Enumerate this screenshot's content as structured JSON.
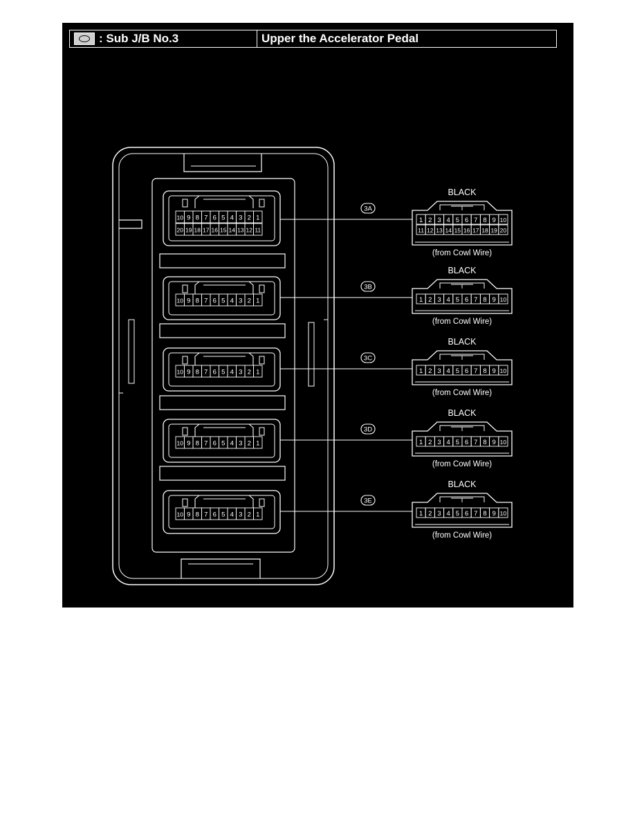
{
  "header": {
    "junction_block": ": Sub J/B No.3",
    "location": "Upper the Accelerator Pedal",
    "icon": "junction-block-oval-icon"
  },
  "colors": {
    "background": "#000000",
    "line": "#ffffff",
    "page": "#ffffff",
    "icon_fill": "#cfcfcf"
  },
  "connectors": [
    {
      "code": "3A",
      "color": "BLACK",
      "source": "(from Cowl Wire)",
      "pins": 20,
      "jb_rows": [
        [
          "10",
          "9",
          "8",
          "7",
          "6",
          "5",
          "4",
          "3",
          "2",
          "1"
        ],
        [
          "20",
          "19",
          "18",
          "17",
          "16",
          "15",
          "14",
          "13",
          "12",
          "11"
        ]
      ],
      "harness_rows": [
        [
          "1",
          "2",
          "3",
          "4",
          "5",
          "6",
          "7",
          "8",
          "9",
          "10"
        ],
        [
          "11",
          "12",
          "13",
          "14",
          "15",
          "16",
          "17",
          "18",
          "19",
          "20"
        ]
      ]
    },
    {
      "code": "3B",
      "color": "BLACK",
      "source": "(from Cowl Wire)",
      "pins": 10,
      "jb_rows": [
        [
          "10",
          "9",
          "8",
          "7",
          "6",
          "5",
          "4",
          "3",
          "2",
          "1"
        ]
      ],
      "harness_rows": [
        [
          "1",
          "2",
          "3",
          "4",
          "5",
          "6",
          "7",
          "8",
          "9",
          "10"
        ]
      ]
    },
    {
      "code": "3C",
      "color": "BLACK",
      "source": "(from Cowl Wire)",
      "pins": 10,
      "jb_rows": [
        [
          "10",
          "9",
          "8",
          "7",
          "6",
          "5",
          "4",
          "3",
          "2",
          "1"
        ]
      ],
      "harness_rows": [
        [
          "1",
          "2",
          "3",
          "4",
          "5",
          "6",
          "7",
          "8",
          "9",
          "10"
        ]
      ]
    },
    {
      "code": "3D",
      "color": "BLACK",
      "source": "(from Cowl Wire)",
      "pins": 10,
      "jb_rows": [
        [
          "10",
          "9",
          "8",
          "7",
          "6",
          "5",
          "4",
          "3",
          "2",
          "1"
        ]
      ],
      "harness_rows": [
        [
          "1",
          "2",
          "3",
          "4",
          "5",
          "6",
          "7",
          "8",
          "9",
          "10"
        ]
      ]
    },
    {
      "code": "3E",
      "color": "BLACK",
      "source": "(from Cowl Wire)",
      "pins": 10,
      "jb_rows": [
        [
          "10",
          "9",
          "8",
          "7",
          "6",
          "5",
          "4",
          "3",
          "2",
          "1"
        ]
      ],
      "harness_rows": [
        [
          "1",
          "2",
          "3",
          "4",
          "5",
          "6",
          "7",
          "8",
          "9",
          "10"
        ]
      ]
    }
  ]
}
